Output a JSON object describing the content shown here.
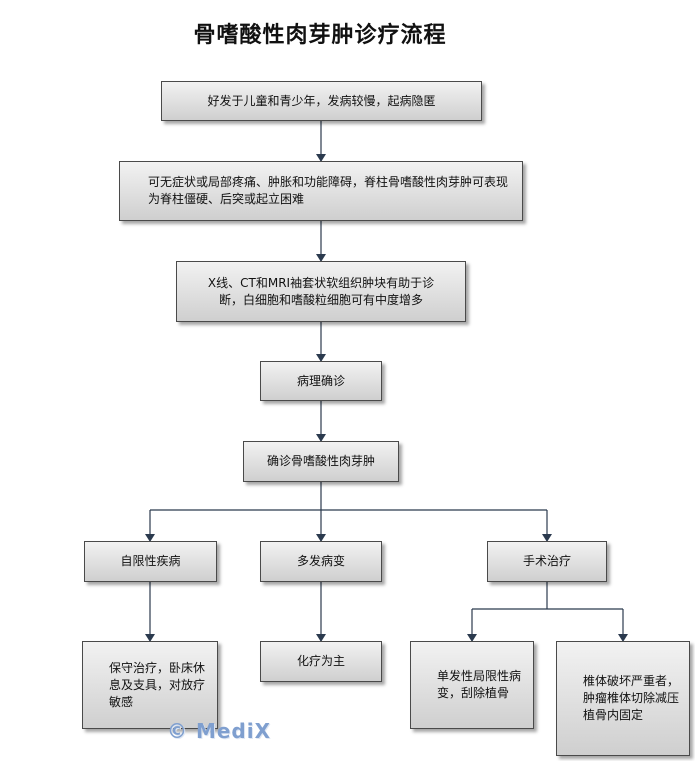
{
  "title": "骨嗜酸性肉芽肿诊疗流程",
  "watermark": "© MediX",
  "nodes": {
    "onset": "好发于儿童和青少年，发病较慢，起病隐匿",
    "symptoms": "可无症状或局部疼痛、肿胀和功能障碍，脊柱骨嗜酸性肉芽肿可表现为脊柱僵硬、后突或起立困难",
    "imaging": "X线、CT和MRI袖套状软组织肿块有助于诊断，白细胞和嗜酸粒细胞可有中度增多",
    "pathology": "病理确诊",
    "diagnosis": "确诊骨嗜酸性肉芽肿",
    "self_limiting": "自限性疾病",
    "multiple": "多发病变",
    "surgery": "手术治疗",
    "conservative": "保守治疗，卧床休息及支具，对放疗敏感",
    "chemo": "化疗为主",
    "single_lesion": "单发性局限性病变，刮除植骨",
    "vertebral": "椎体破坏严重者，肿瘤椎体切除减压植骨内固定"
  }
}
